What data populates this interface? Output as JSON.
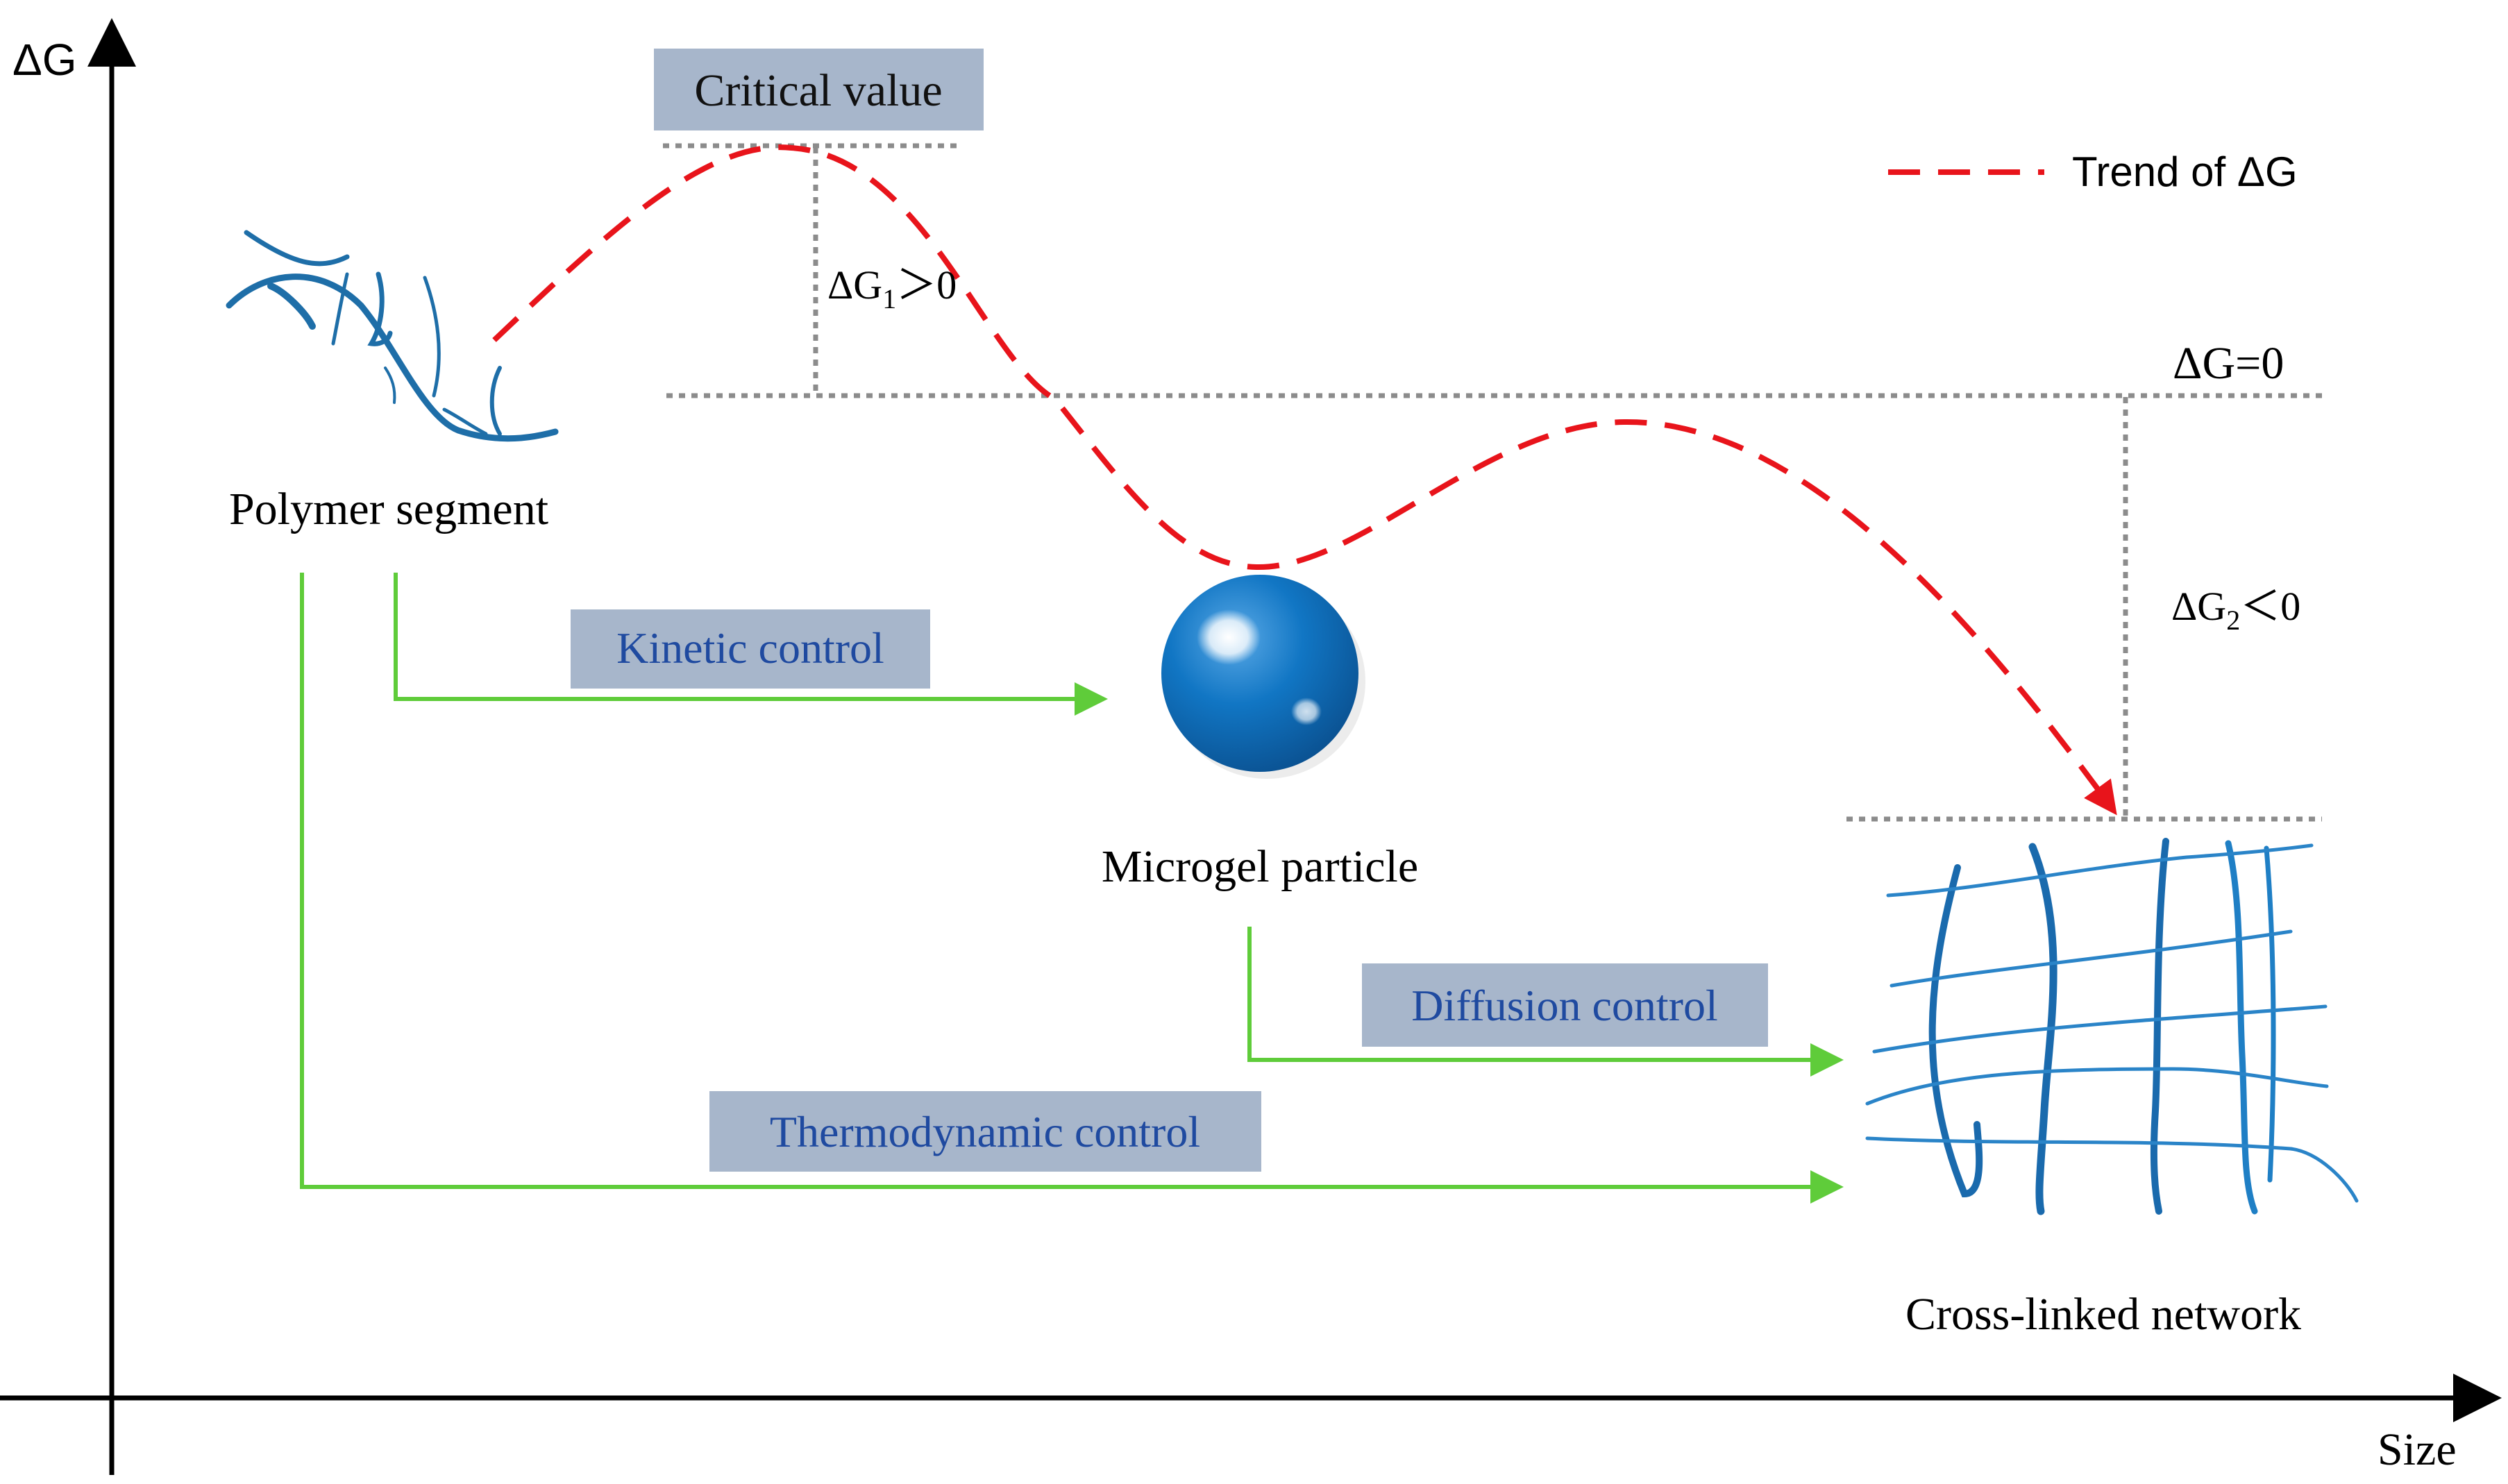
{
  "axes": {
    "y_label": "ΔG",
    "x_label": "Size"
  },
  "legend": {
    "label": "Trend of ΔG",
    "line_color": "#e8141b",
    "line_style": "dashed"
  },
  "boxes": {
    "critical_value": "Critical value",
    "kinetic_control": "Kinetic control",
    "diffusion_control": "Diffusion control",
    "thermodynamic_control": "Thermodynamic control"
  },
  "annotations": {
    "dg1": {
      "symbol": "ΔG",
      "subscript": "1",
      "relation": "＞0"
    },
    "dg_zero": "ΔG=0",
    "dg2": {
      "symbol": "ΔG",
      "subscript": "2",
      "relation": "＜0"
    }
  },
  "labels": {
    "polymer_segment": "Polymer segment",
    "microgel_particle": "Microgel particle",
    "cross_linked_network": "Cross-linked network"
  },
  "colors": {
    "axis": "#000000",
    "box_fill": "#a7b6cb",
    "box_text": "#1f4aa0",
    "green_arrow": "#5fcc3a",
    "dotted_line": "#8c8c8c",
    "polymer": "#1e6ea8",
    "sphere": "#0f6cb8"
  }
}
